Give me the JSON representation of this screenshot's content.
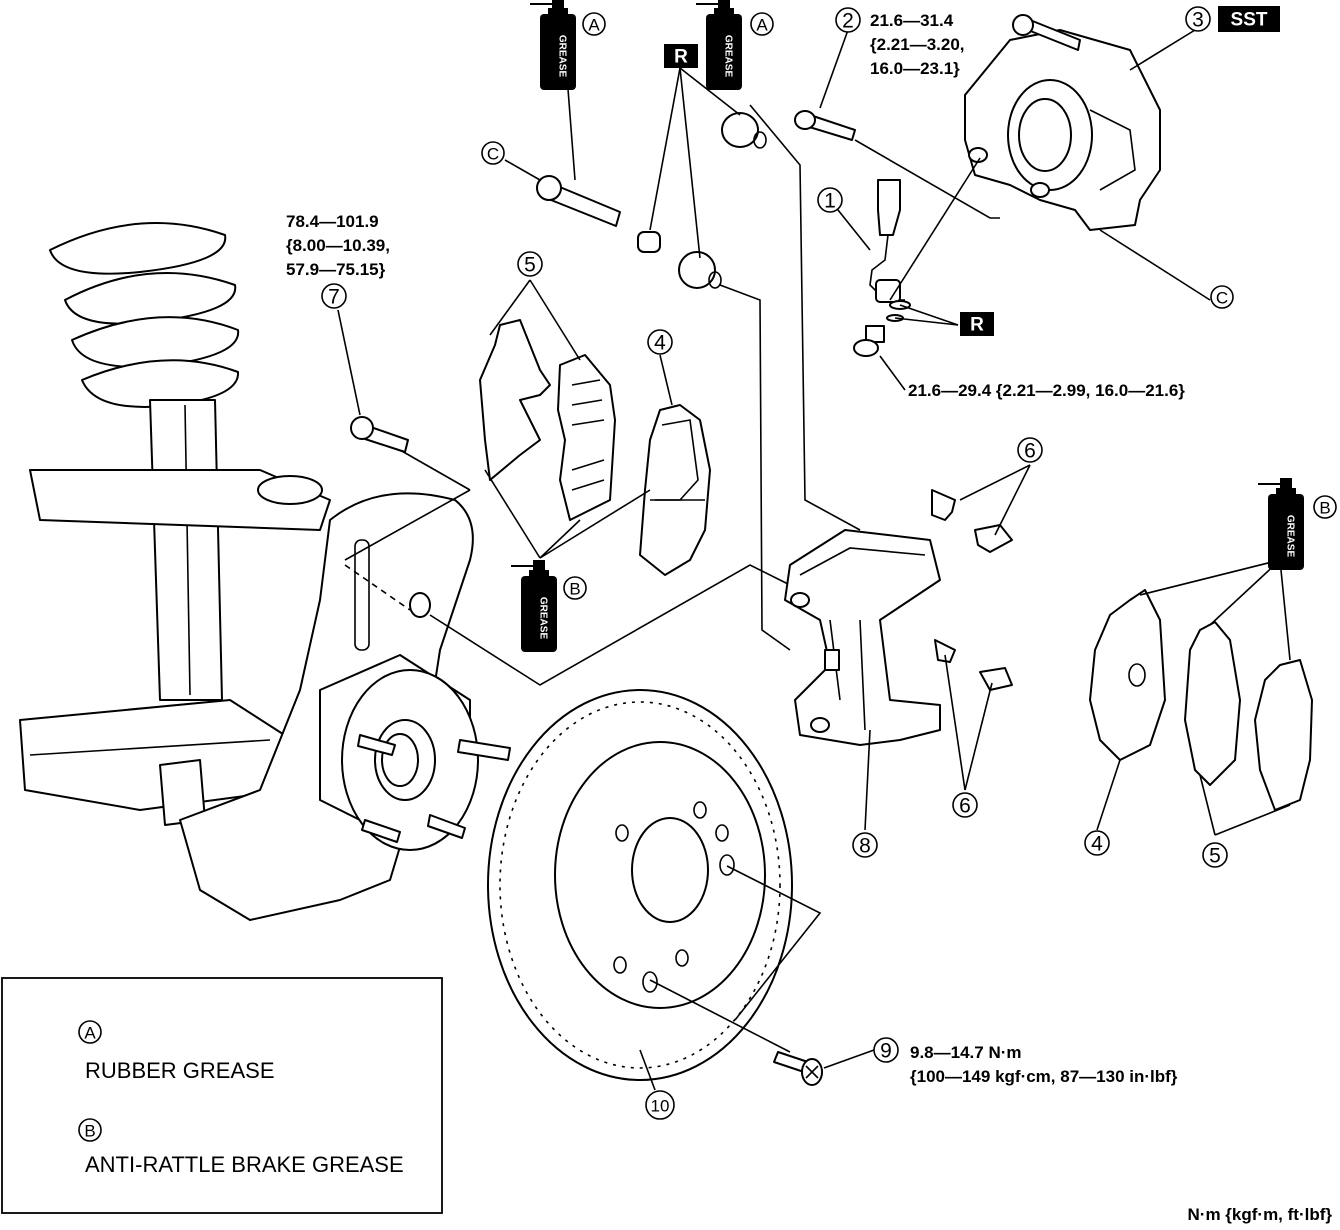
{
  "torque": {
    "caliper_bolt": [
      "21.6—31.4",
      "{2.21—3.20,",
      "16.0—23.1}"
    ],
    "bracket_bolt": [
      "78.4—101.9",
      "{8.00—10.39,",
      "57.9—75.15}"
    ],
    "union_bolt": "21.6—29.4 {2.21—2.99, 16.0—21.6}",
    "disc_screw": [
      "9.8—14.7 N·m",
      "{100—149 kgf·cm, 87—130 in·lbf}"
    ]
  },
  "callouts": {
    "n1": "1",
    "n2": "2",
    "n3": "3",
    "n4": "4",
    "n5": "5",
    "n6": "6",
    "n7": "7",
    "n8": "8",
    "n9": "9",
    "n10": "10"
  },
  "badges": {
    "sst": "SST",
    "replace": "R"
  },
  "grease_letters": {
    "a": "A",
    "b": "B",
    "c": "C"
  },
  "grease_can_label": "GREASE",
  "legend": {
    "a_letter": "A",
    "a_text": "RUBBER GREASE",
    "b_letter": "B",
    "b_text": "ANTI-RATTLE BRAKE GREASE"
  },
  "units_note": "N·m {kgf·m, ft·lbf}"
}
